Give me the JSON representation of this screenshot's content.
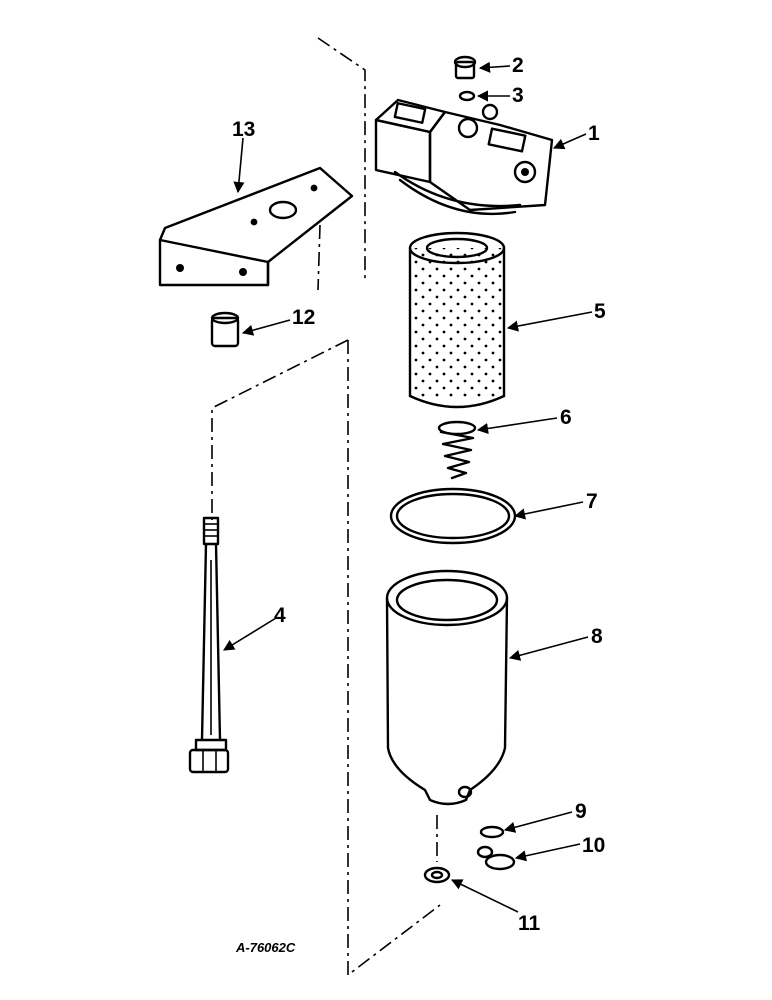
{
  "diagram": {
    "drawing_id": "A-76062C",
    "callouts": [
      "1",
      "2",
      "3",
      "4",
      "5",
      "6",
      "7",
      "8",
      "9",
      "10",
      "11",
      "12",
      "13"
    ]
  }
}
